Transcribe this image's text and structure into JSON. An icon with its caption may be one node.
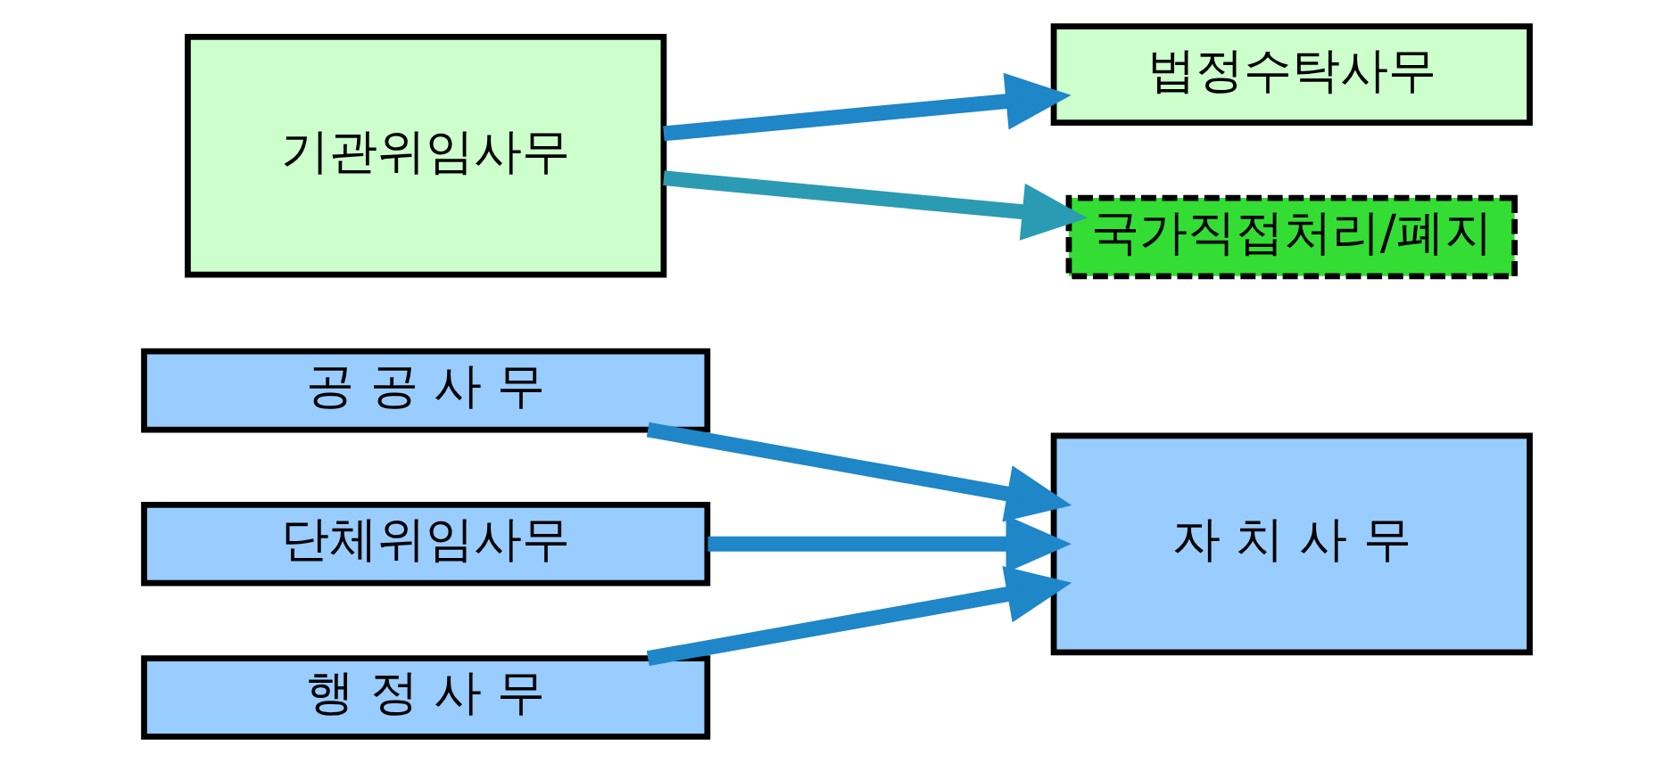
{
  "diagram": {
    "nodes": [
      {
        "text": [
          "공 공 사 무"
        ]
      },
      {
        "text": [
          "단체위임사무"
        ]
      },
      {
        "text": [
          "행 정 사 무"
        ]
      },
      {
        "text": [
          "자 치 사 무"
        ]
      },
      {
        "text": [
          "기관위임사무"
        ]
      },
      {
        "text": [
          "법정수탁사무"
        ]
      },
      {
        "text": [
          "국가직접처리/폐지"
        ]
      }
    ],
    "edges": [
      {
        "from": 0,
        "to": 3,
        "arrow": "to"
      },
      {
        "from": 1,
        "to": 3,
        "arrow": "to"
      },
      {
        "from": 2,
        "to": 3,
        "arrow": "to"
      },
      {
        "from": 4,
        "to": 5,
        "arrow": "to"
      },
      {
        "from": 4,
        "to": 6,
        "arrow": "to",
        "color": "#2b9bb3"
      }
    ]
  }
}
